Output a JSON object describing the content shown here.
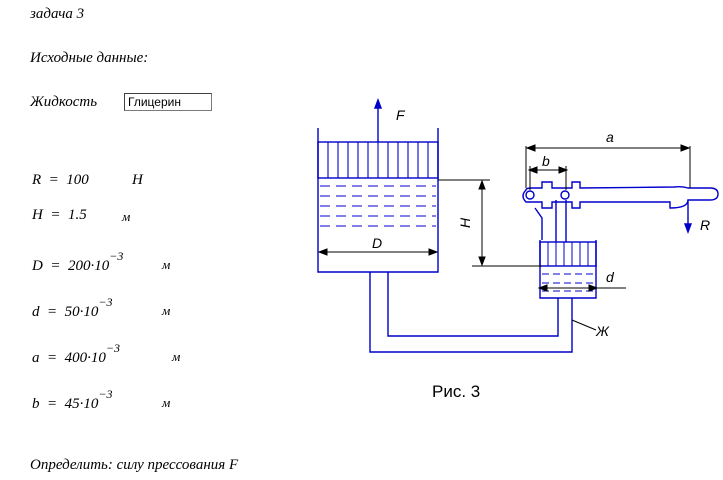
{
  "title": "задача 3",
  "subtitle": "Исходные данные:",
  "liquid": {
    "label": "Жидкость",
    "value": "Глицерин"
  },
  "params": [
    {
      "name": "R",
      "value": "100",
      "exp": "",
      "unit": "Н"
    },
    {
      "name": "H",
      "value": "1.5",
      "exp": "",
      "unit": "м"
    },
    {
      "name": "D",
      "value": "200·10",
      "exp": "−3",
      "unit": "м"
    },
    {
      "name": "d",
      "value": "50·10",
      "exp": "−3",
      "unit": "м"
    },
    {
      "name": "a",
      "value": "400·10",
      "exp": "−3",
      "unit": "м"
    },
    {
      "name": "b",
      "value": "45·10",
      "exp": "−3",
      "unit": "м"
    }
  ],
  "result": "Определить: силу прессования F",
  "figure": {
    "caption": "Рис. 3",
    "labels": {
      "F": "F",
      "H": "H",
      "D": "D",
      "d": "d",
      "a": "a",
      "b": "b",
      "R": "R",
      "fluid": "Ж"
    },
    "line_color": "#0000cc"
  }
}
